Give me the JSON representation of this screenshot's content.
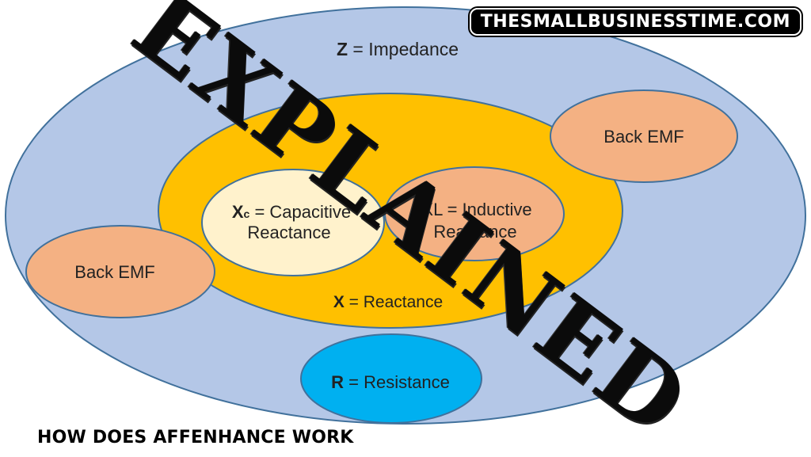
{
  "brand": "THESMALLBUSINESSTIME.COM",
  "stamp": "EXPLAINED",
  "caption": "HOW DOES AFFENHANCE WORK",
  "diagram": {
    "impedance": {
      "symbol": "Z",
      "text": "= Impedance"
    },
    "reactance": {
      "symbol": "X",
      "text": "= Reactance"
    },
    "capacitive": {
      "symbol": "X",
      "sub": "c",
      "line1": " = Capacitive",
      "line2": "Reactance"
    },
    "inductive": {
      "line1": "XL = Inductive",
      "line2": "Reactance"
    },
    "back_emf_left": "Back EMF",
    "back_emf_right": "Back EMF",
    "resistance": {
      "symbol": "R",
      "text": "= Resistance"
    }
  },
  "colors": {
    "impedance_fill": "#b4c7e7",
    "reactance_fill": "#ffc000",
    "capacitive_fill": "#fff2cc",
    "inductive_fill": "#f4b183",
    "back_emf_fill": "#f4b183",
    "resistance_fill": "#00b0f0",
    "outline": "#41719c"
  }
}
